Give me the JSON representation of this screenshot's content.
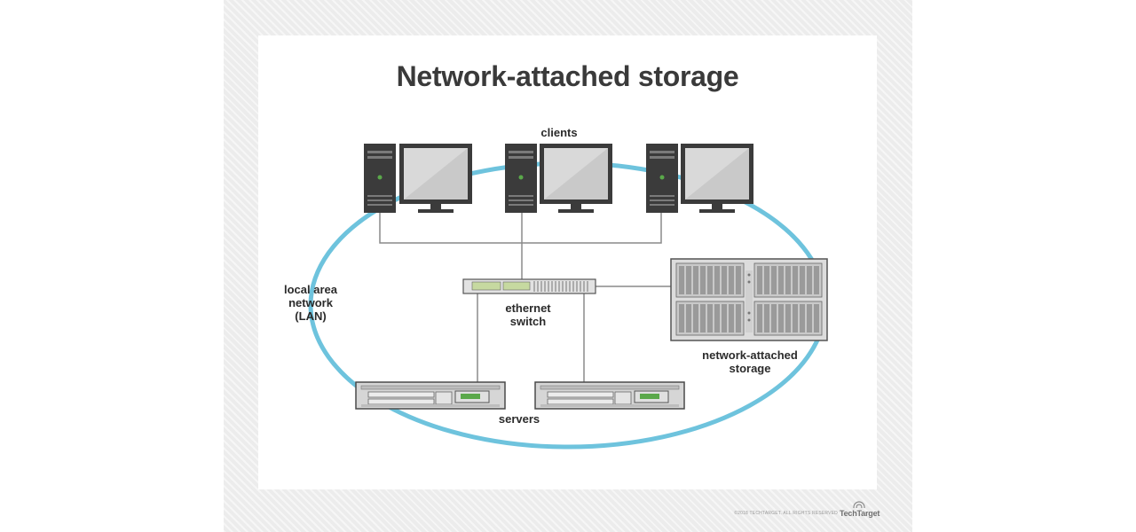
{
  "title": "Network-attached storage",
  "labels": {
    "clients": "clients",
    "lan": "local area\nnetwork\n(LAN)",
    "switch": "ethernet\nswitch",
    "nas": "network-attached\nstorage",
    "servers": "servers"
  },
  "footer": {
    "copyright": "©2018 TECHTARGET. ALL RIGHTS RESERVED",
    "logo": "TechTarget"
  },
  "colors": {
    "lan_ring": "#6ec3dd",
    "device_dark": "#3b3b3b",
    "device_light": "#d8d8d8",
    "led_green": "#5aa84a",
    "cable": "#8a8a8a"
  }
}
